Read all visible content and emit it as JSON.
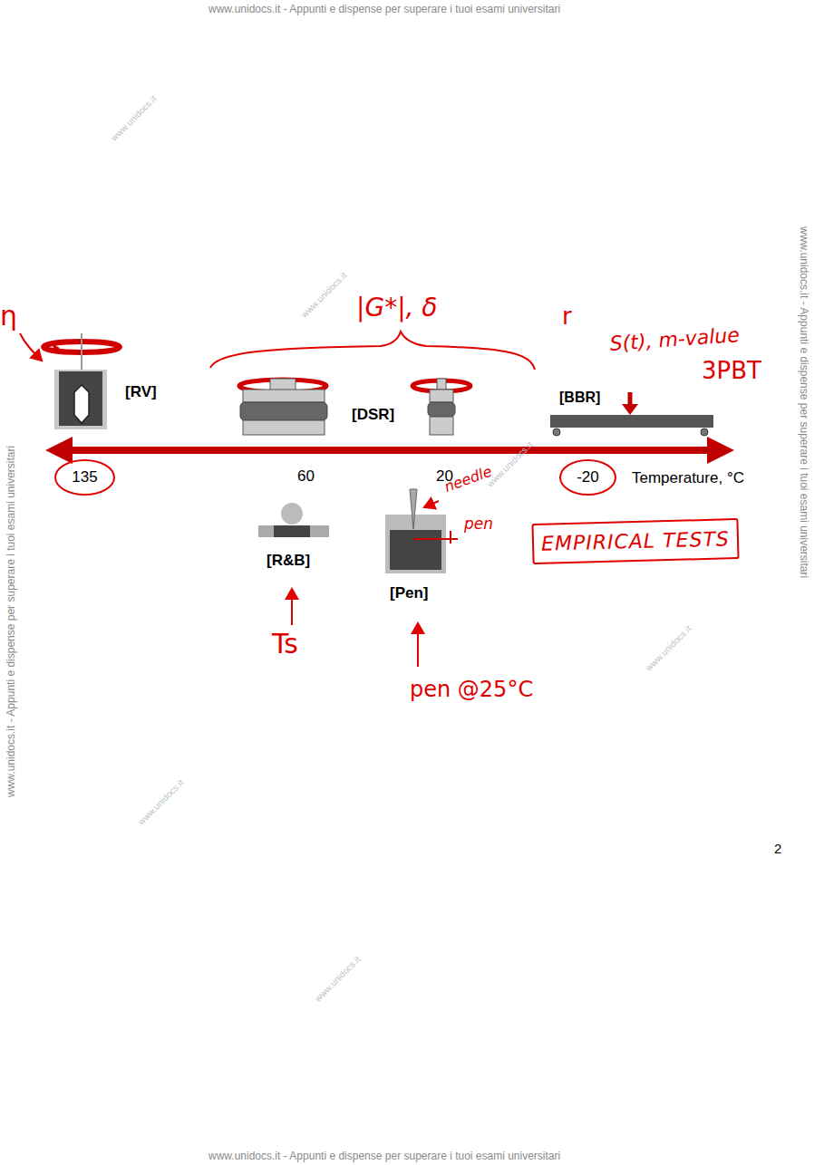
{
  "diagram": {
    "nodes": [
      {
        "text": [
          "135"
        ]
      },
      {
        "text": [
          "-20"
        ]
      },
      {
        "text": [
          "EMPIRICAL TESTS"
        ]
      }
    ],
    "edges": [],
    "labels": [
      "www.unidocs.it - Appunti e dispense per superare i tuoi esami universitari",
      "www.unidocs.it - Appunti e dispense per superare i tuoi esami universitari",
      "www.unidocs.it - Appunti e dispense per superare i tuoi esami universitari",
      "www.unidocs.it - Appunti e dispense per superare i tuoi esami universitari",
      "η",
      "|G*|, δ",
      "r",
      "S(t), m-value",
      "3PBT",
      "[RV]",
      "[DSR]",
      "[BBR]",
      "60",
      "20",
      "Temperature, °C",
      "needle",
      "pen",
      "[R&B]",
      "[Pen]",
      "Ts",
      "pen @25°C",
      "2",
      "www.unidocs.it",
      "www.unidocs.it",
      "www.unidocs.it",
      "www.unidocs.it",
      "www.unidocs.it",
      "www.unidocs.it"
    ]
  }
}
